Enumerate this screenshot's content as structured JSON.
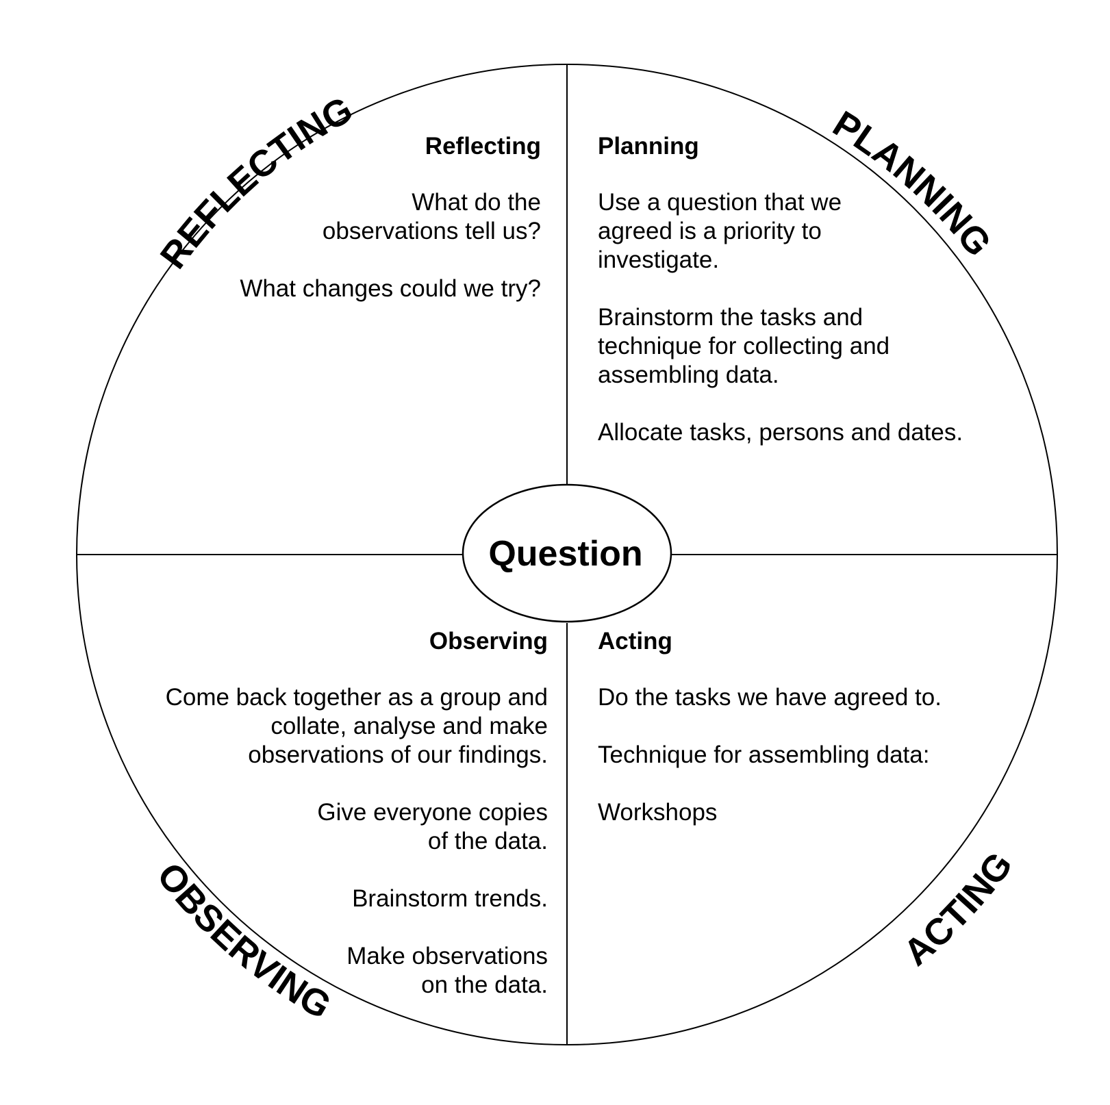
{
  "center_label": "Question",
  "stage_labels": {
    "reflecting": "REFLECTING",
    "planning": "PLANNING",
    "observing": "OBSERVING",
    "acting": "ACTING"
  },
  "quadrants": {
    "reflecting": {
      "heading": "Reflecting",
      "paragraphs": [
        "What do the\nobservations tell us?",
        "What changes could we try?"
      ]
    },
    "planning": {
      "heading": "Planning",
      "paragraphs": [
        "Use a question that we\nagreed is a priority to\ninvestigate.",
        "Brainstorm the tasks and\ntechnique for collecting and\nassembling data.",
        "Allocate tasks, persons and dates."
      ]
    },
    "observing": {
      "heading": "Observing",
      "paragraphs": [
        "Come back together as a group and\ncollate, analyse and make\nobservations of our findings.",
        "Give everyone copies\nof the data.",
        "Brainstorm trends.",
        "Make observations\non the data."
      ]
    },
    "acting": {
      "heading": "Acting",
      "paragraphs": [
        "Do the tasks we have agreed to.",
        "Technique for assembling data:",
        "Workshops"
      ]
    }
  }
}
